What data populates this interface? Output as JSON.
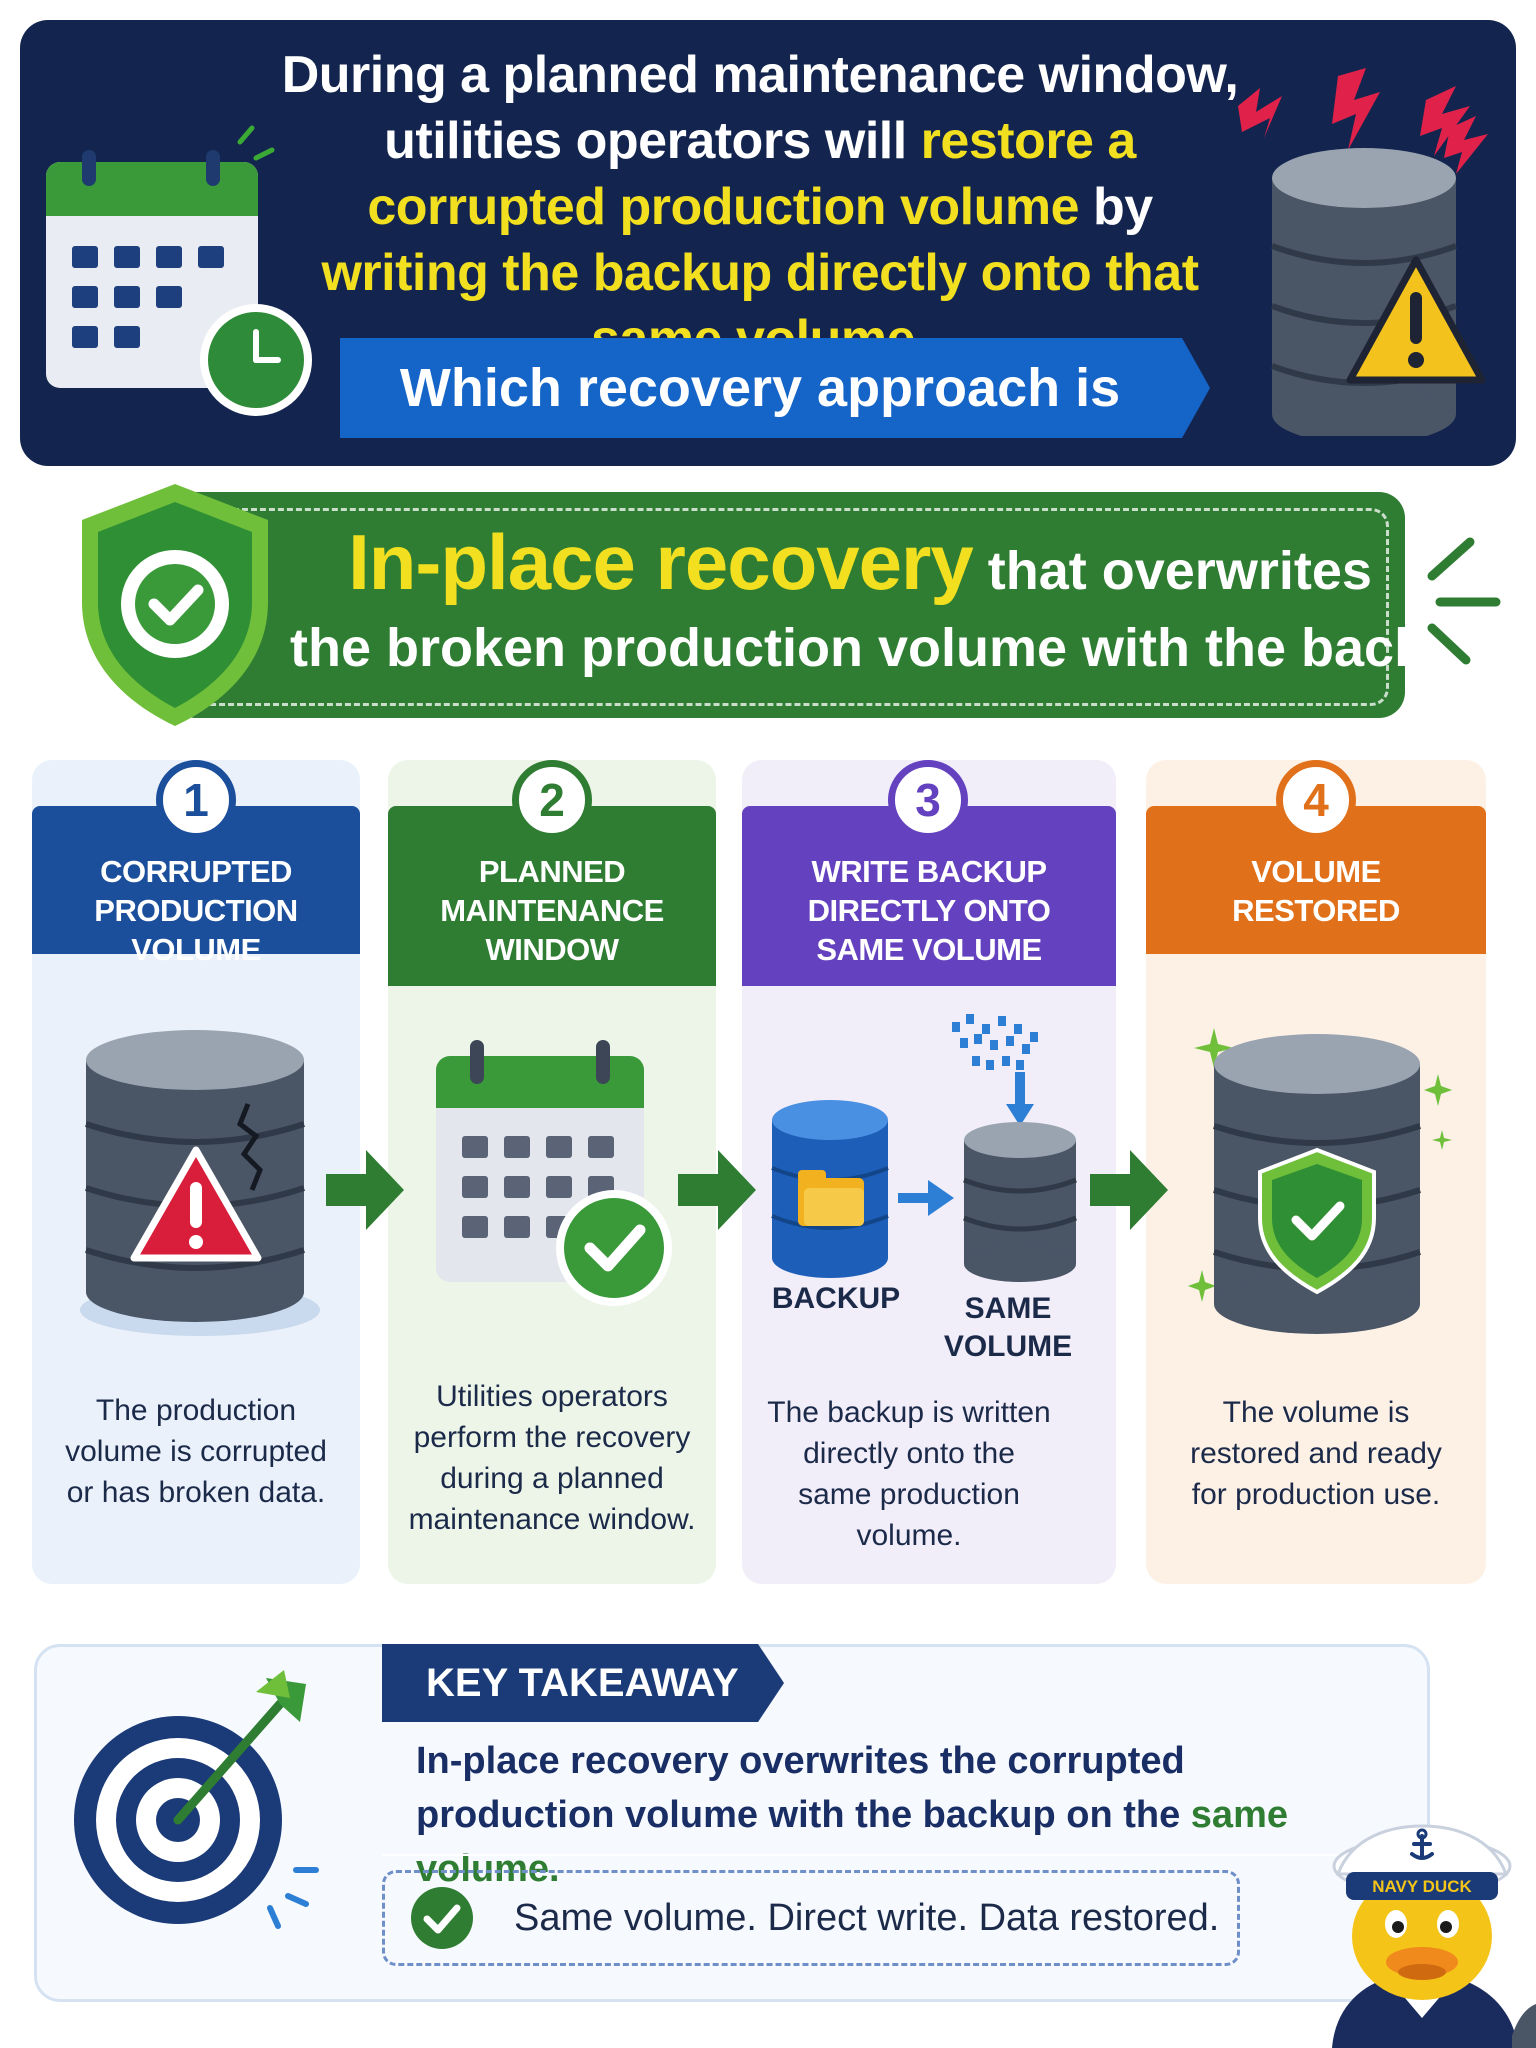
{
  "header": {
    "question_segments": [
      "During a planned maintenance window, utilities operators will ",
      "restore a corrupted production volume",
      " by ",
      "writing the backup directly onto that same volume",
      "."
    ],
    "ask": "Which recovery approach is this?"
  },
  "answer": {
    "highlight": "In-place recovery",
    "rest": " that overwrites",
    "line2": "the broken production volume with the backup"
  },
  "steps": [
    {
      "number": "1",
      "title": "CORRUPTED\nPRODUCTION VOLUME",
      "desc": "The production\nvolume is corrupted\nor has broken data.",
      "color": "#1b4f9c",
      "bg": "#eaf1fa"
    },
    {
      "number": "2",
      "title": "PLANNED\nMAINTENANCE\nWINDOW",
      "desc": "Utilities operators\nperform the recovery\nduring a planned\nmaintenance window.",
      "color": "#2f7d32",
      "bg": "#edf5e8"
    },
    {
      "number": "3",
      "title": "WRITE BACKUP\nDIRECTLY ONTO\nSAME VOLUME",
      "desc": "The backup is written\ndirectly onto the\nsame production\nvolume.",
      "color": "#6441bf",
      "bg": "#f1edf9",
      "label_backup": "BACKUP",
      "label_same": "SAME\nVOLUME"
    },
    {
      "number": "4",
      "title": "VOLUME\nRESTORED",
      "desc": "The volume is\nrestored and ready\nfor production use.",
      "color": "#e0711a",
      "bg": "#fdf1e6"
    }
  ],
  "takeaway": {
    "title": "KEY TAKEAWAY",
    "main_prefix": "In-place recovery overwrites the corrupted production volume with the backup on the ",
    "main_highlight": "same volume.",
    "summary": "Same volume. Direct write. Data restored."
  },
  "mascot": {
    "cap_text": "NAVY DUCK"
  },
  "colors": {
    "navy": "#13254f",
    "blue": "#1b5fc1",
    "green": "#2f7d32",
    "yellow": "#f2df1f",
    "purple": "#6441bf",
    "orange": "#e0711a",
    "red": "#d81e3a"
  }
}
